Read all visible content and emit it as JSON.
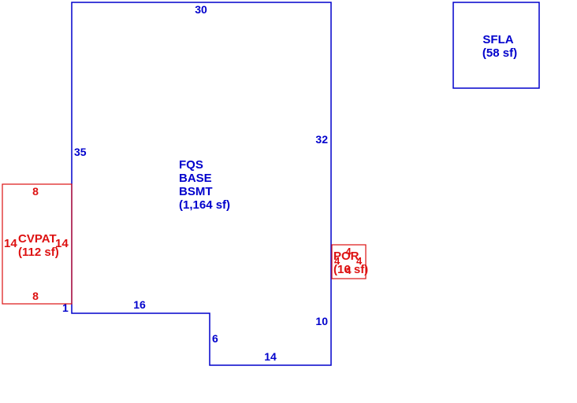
{
  "colors": {
    "main_outline": "#0000cc",
    "secondary_outline": "#dd1111",
    "background": "#ffffff"
  },
  "main_area": {
    "label_lines": [
      "FQS",
      "BASE",
      "BSMT",
      "(1,164 sf)"
    ],
    "dims": {
      "top": "30",
      "left": "35",
      "right_upper": "32",
      "right_lower": "10",
      "bottom_left": "16",
      "notch_vertical": "6",
      "bottom_right": "14",
      "left_bottom_jog": "1"
    }
  },
  "sfla_area": {
    "label_lines": [
      "SFLA",
      "(58 sf)"
    ]
  },
  "cvpat_area": {
    "label_lines": [
      "CVPAT",
      "(112 sf)"
    ],
    "dims": {
      "top": "8",
      "bottom": "8",
      "left": "14",
      "right": "14"
    }
  },
  "por_area": {
    "label_lines": [
      "POR",
      "(16 sf)"
    ],
    "dims": {
      "top": "4",
      "bottom": "4",
      "left": "4",
      "right": "4"
    }
  }
}
